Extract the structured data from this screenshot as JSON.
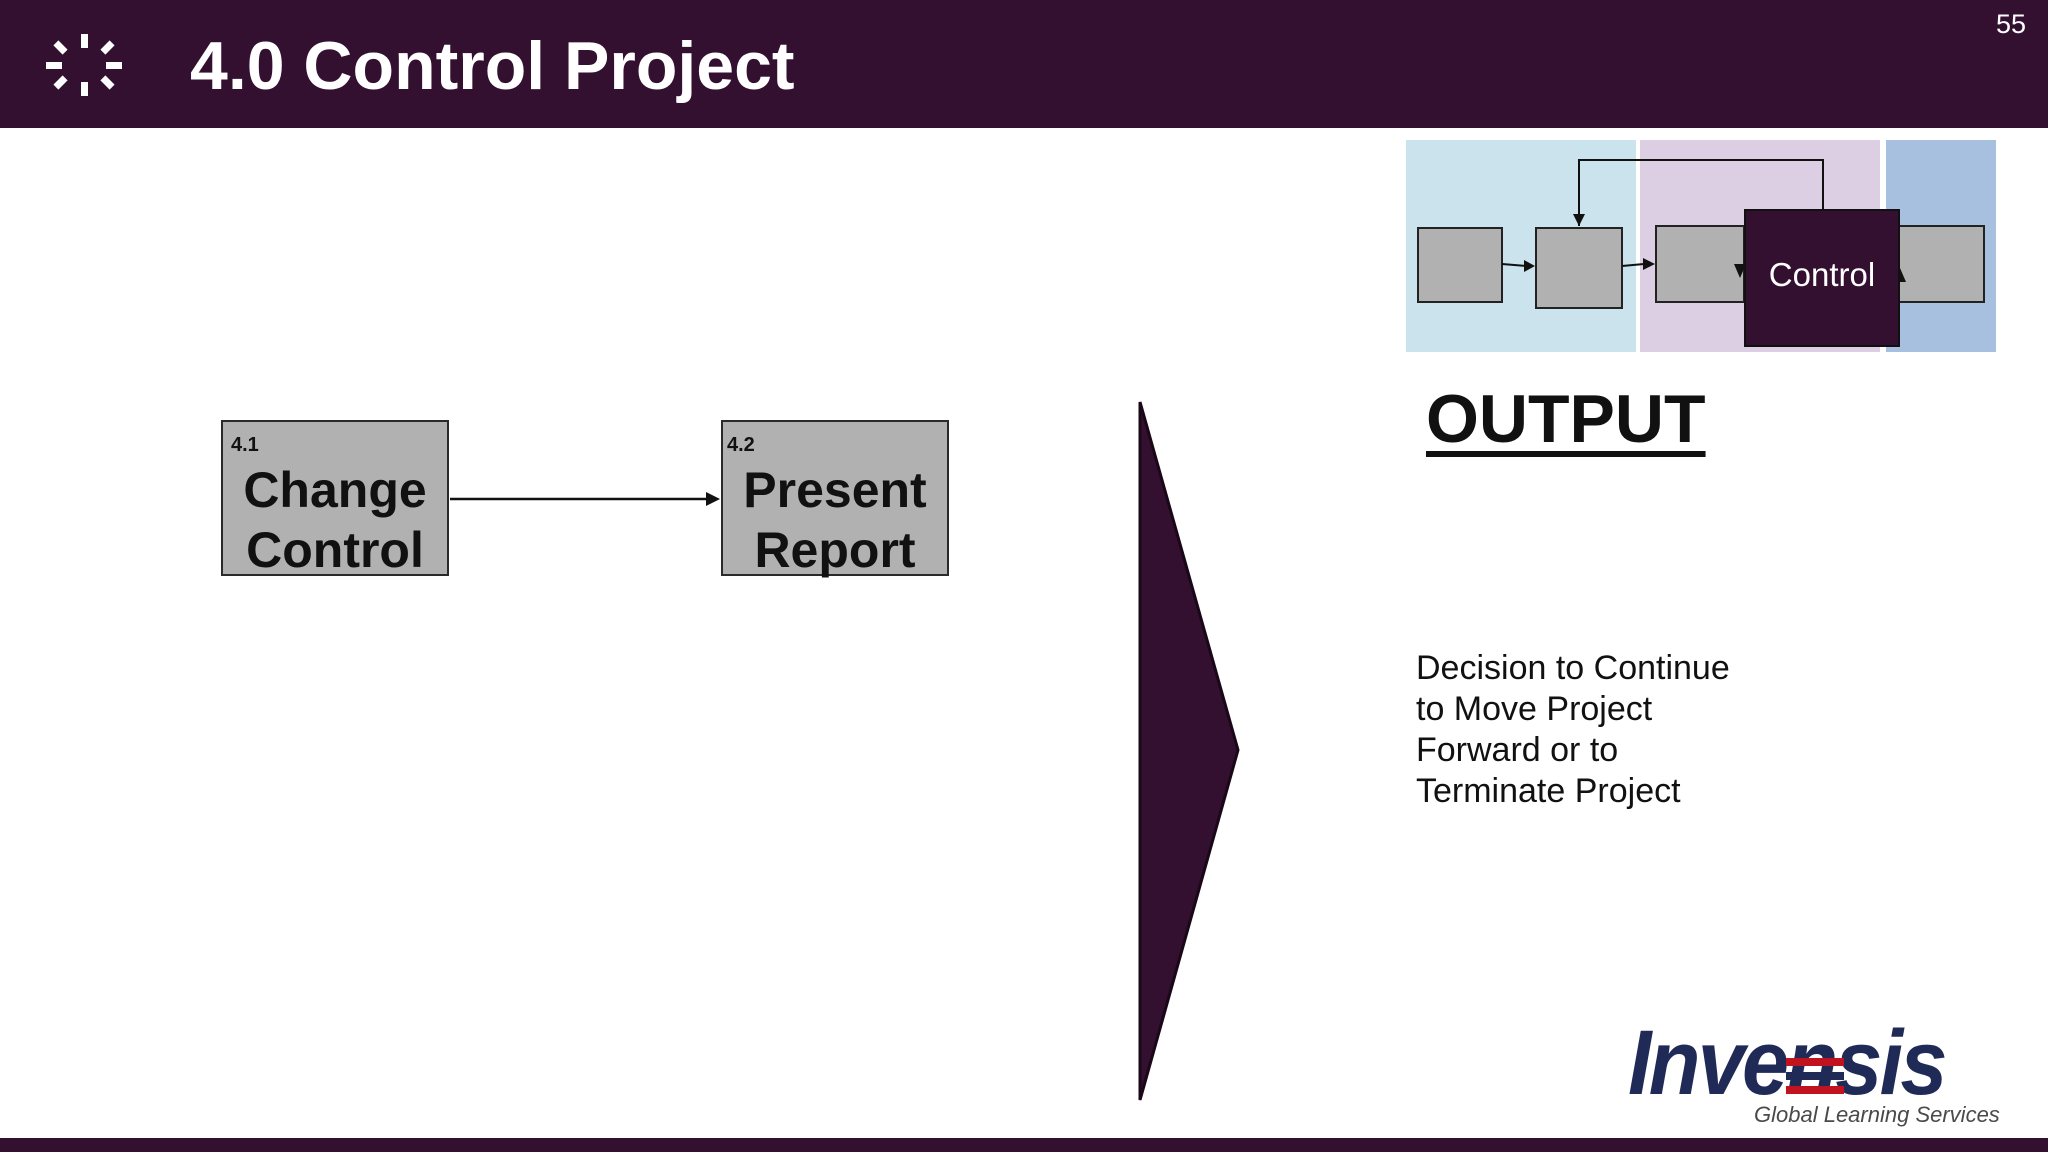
{
  "header": {
    "title": "4.0 Control Project",
    "slide_number": "55",
    "icon": "sparkle-icon"
  },
  "process_steps": [
    {
      "number": "4.1",
      "label_line1": "Change",
      "label_line2": "Control"
    },
    {
      "number": "4.2",
      "label_line1": "Present",
      "label_line2": "Report"
    }
  ],
  "phase_map": {
    "current_phase_label": "Control",
    "colors": {
      "initiate": "#cae3ec",
      "plan": "#dccfe3",
      "close": "#a8c0df",
      "step_box": "#b1b1b1",
      "highlight": "#330f30"
    }
  },
  "output": {
    "heading": "OUTPUT",
    "description_lines": [
      "Decision to Continue",
      "to Move Project",
      "Forward or to",
      "Terminate Project"
    ]
  },
  "logo": {
    "wordmark": "Invensis",
    "tagline": "Global Learning Services",
    "colors": {
      "word": "#1f2a56",
      "accent": "#c1121f"
    }
  },
  "theme": {
    "primary": "#330f30"
  }
}
